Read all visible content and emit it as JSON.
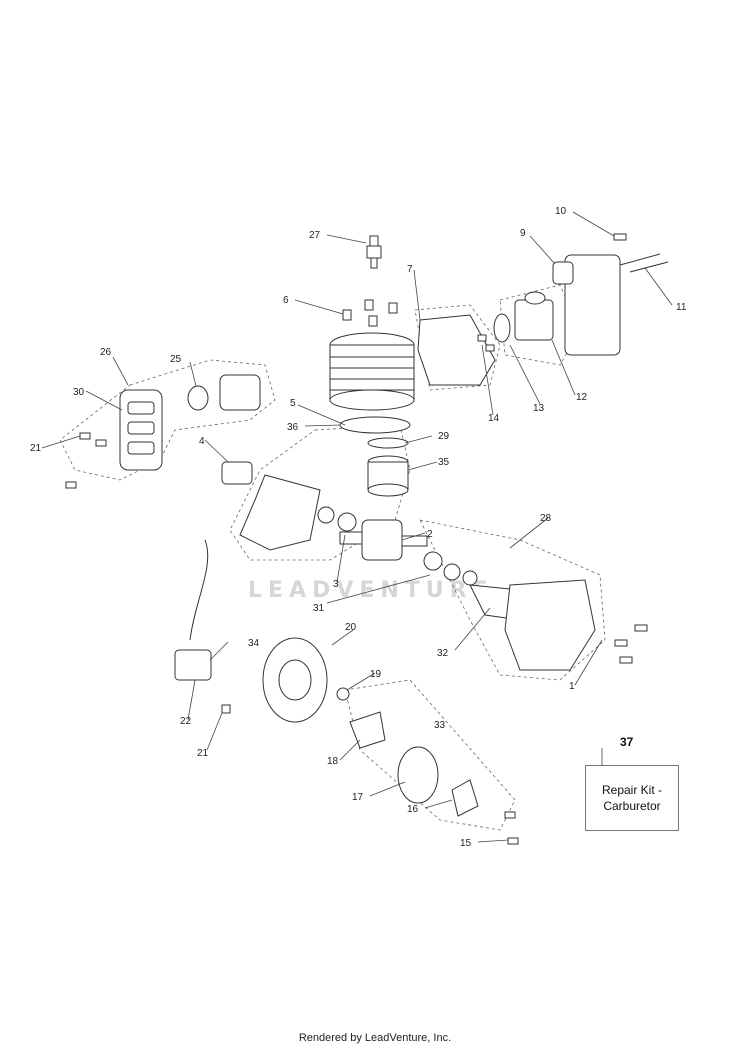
{
  "callouts": [
    "1",
    "2",
    "3",
    "4",
    "5",
    "6",
    "7",
    "9",
    "10",
    "11",
    "12",
    "13",
    "14",
    "15",
    "16",
    "17",
    "18",
    "19",
    "20",
    "21",
    "21",
    "22",
    "25",
    "26",
    "27",
    "28",
    "29",
    "30",
    "31",
    "32",
    "33",
    "34",
    "35",
    "36"
  ],
  "watermark": "LEADVENTURE",
  "kit": {
    "number": "37",
    "line1": "Repair Kit -",
    "line2": "Carburetor"
  },
  "footer": "Rendered by LeadVenture, Inc."
}
